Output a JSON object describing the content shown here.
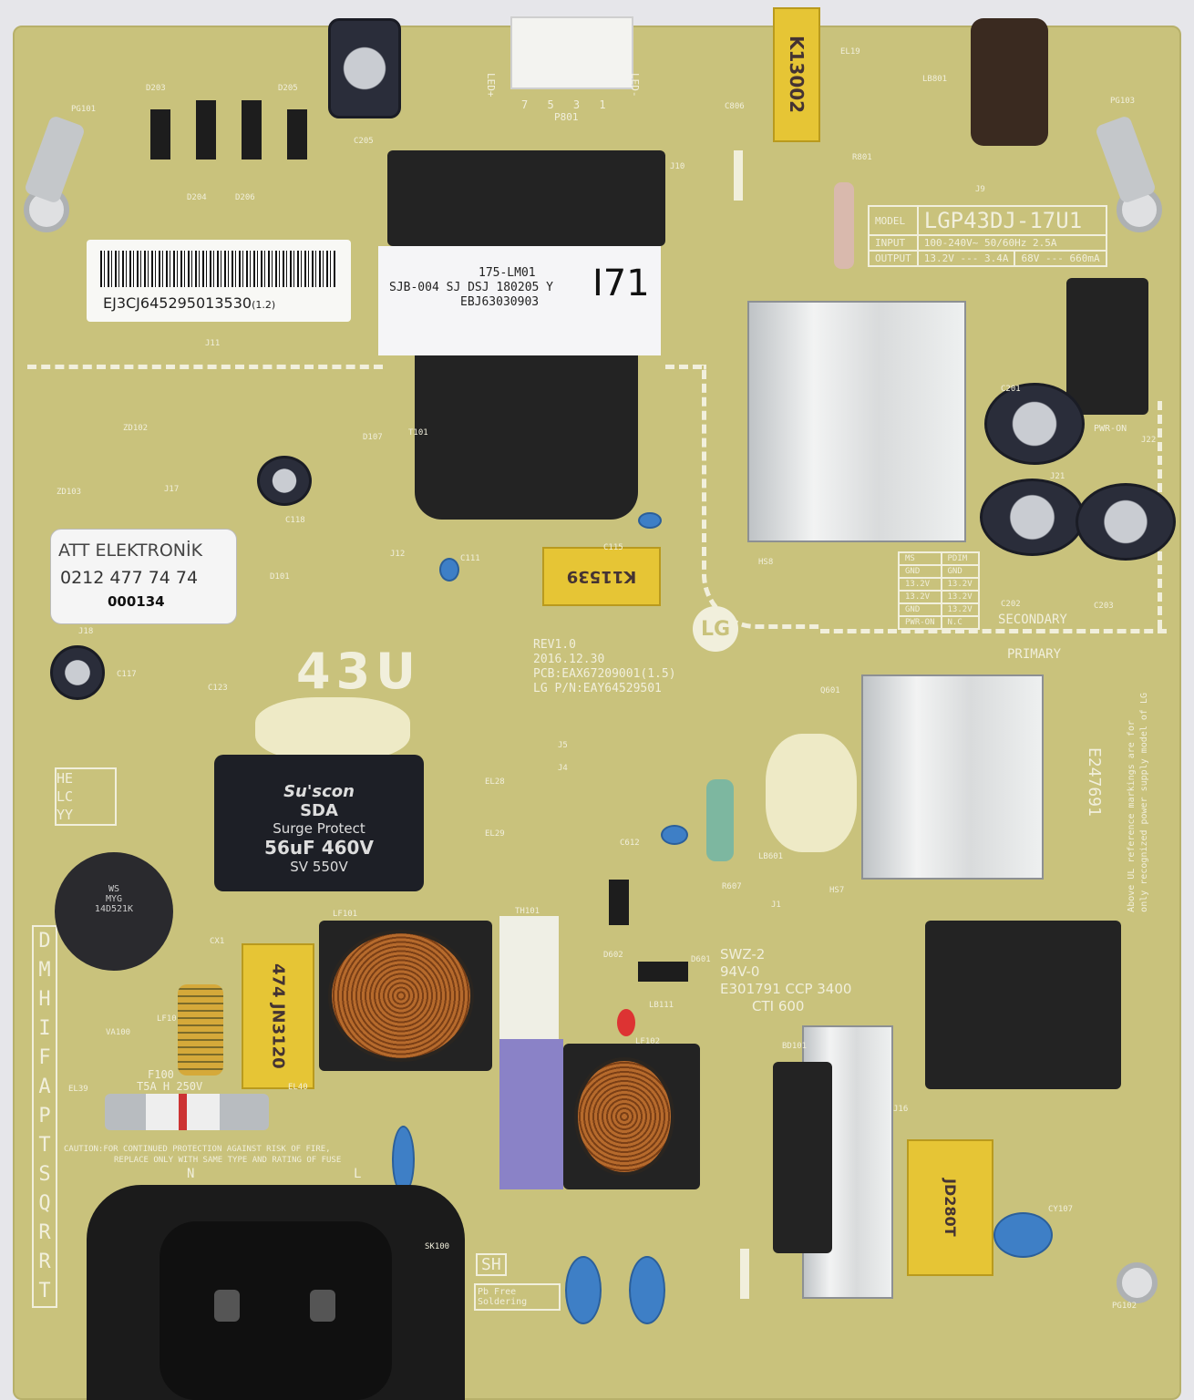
{
  "model_label": {
    "model_key": "MODEL",
    "model": "LGP43DJ-17U1",
    "input_key": "INPUT",
    "input": "100-240V~ 50/60Hz 2.5A",
    "output_key": "OUTPUT",
    "output_1": "13.2V --- 3.4A",
    "output_2": "68V --- 660mA"
  },
  "transformer_label": {
    "line1": "175-LM01",
    "line2": "SJB-004 SJ DSJ 180205 Y",
    "line3": "EBJ63030903",
    "big": "I71"
  },
  "barcode_sticker": {
    "code": "EJ3CJ645295013530",
    "suffix": "(1.2)"
  },
  "dealer_sticker": {
    "name": "ATT ELEKTRONİK",
    "phone": "0212 477 74 74",
    "serial": "000134"
  },
  "board_info": {
    "rev": "REV1.0",
    "date": "2016.12.30",
    "pcb": "PCB:EAX67209001(1.5)",
    "part": "LG P/N:EAY64529501",
    "size": "43U",
    "logo": "LG"
  },
  "pin_table": {
    "headers": [
      "MS",
      "PDIM"
    ],
    "rows": [
      [
        "GND",
        "GND"
      ],
      [
        "13.2V",
        "13.2V"
      ],
      [
        "13.2V",
        "13.2V"
      ],
      [
        "GND",
        "13.2V"
      ],
      [
        "PWR-ON",
        "N.C"
      ]
    ]
  },
  "zones": {
    "secondary": "SECONDARY",
    "primary": "PRIMARY"
  },
  "ul_marking": {
    "line1": "SWZ-2",
    "line2": "94V-0",
    "line3": "E301791 CCP 3400",
    "line4": "CTI 600",
    "file": "E247691",
    "note1": "Above UL reference markings are for",
    "note2": "only recognized power supply model of LG"
  },
  "fuse": {
    "ref": "F100",
    "rating": "T5A H 250V",
    "caution1": "CAUTION:FOR CONTINUED PROTECTION AGAINST RISK OF FIRE,",
    "caution2": "REPLACE ONLY WITH SAME TYPE AND RATING OF FUSE"
  },
  "bulk_cap": {
    "brand": "Su'scon",
    "series": "SDA",
    "feature": "Surge Protect",
    "value": "56uF 460V",
    "surge": "SV 550V"
  },
  "x_caps": {
    "k13002": "K13002",
    "k11539": "K11539",
    "jn3120": "474 JN3120",
    "jd280t": "JD280T"
  },
  "varistor": {
    "line1": "WS",
    "line2": "MYG",
    "line3": "14D521K"
  },
  "connector": {
    "ref": "P801",
    "led_plus": "LED+",
    "led_minus": "LED-",
    "pins": "7 5 3 1"
  },
  "misc": {
    "pwr_on": "PWR-ON",
    "sh": "SH",
    "pb_free": "Pb Free Soldering",
    "side_codes": [
      "HE",
      "LC",
      "YY"
    ],
    "side_letters": "DMHIFAPTSQRRT",
    "n": "N",
    "l": "L"
  },
  "refs": [
    "D203",
    "D204",
    "D205",
    "D206",
    "C205",
    "C806",
    "EL19",
    "LB801",
    "PG101",
    "PG103",
    "J11",
    "J9",
    "J10",
    "R801",
    "ZD102",
    "ZD103",
    "D107",
    "T101",
    "J17",
    "C118",
    "D101",
    "J18",
    "C117",
    "C123",
    "J12",
    "C111",
    "C115",
    "HS8",
    "C202",
    "C203",
    "C201",
    "J22",
    "J21",
    "Q601",
    "HS7",
    "LB601",
    "R607",
    "C612",
    "J5",
    "J4",
    "J1",
    "EL28",
    "EL29",
    "LF101",
    "TH101",
    "CX1",
    "LF10",
    "VA100",
    "EL39",
    "EL40",
    "D602",
    "D601",
    "LB111",
    "LF102",
    "BD101",
    "J16",
    "CY107",
    "PG102",
    "SK100"
  ]
}
